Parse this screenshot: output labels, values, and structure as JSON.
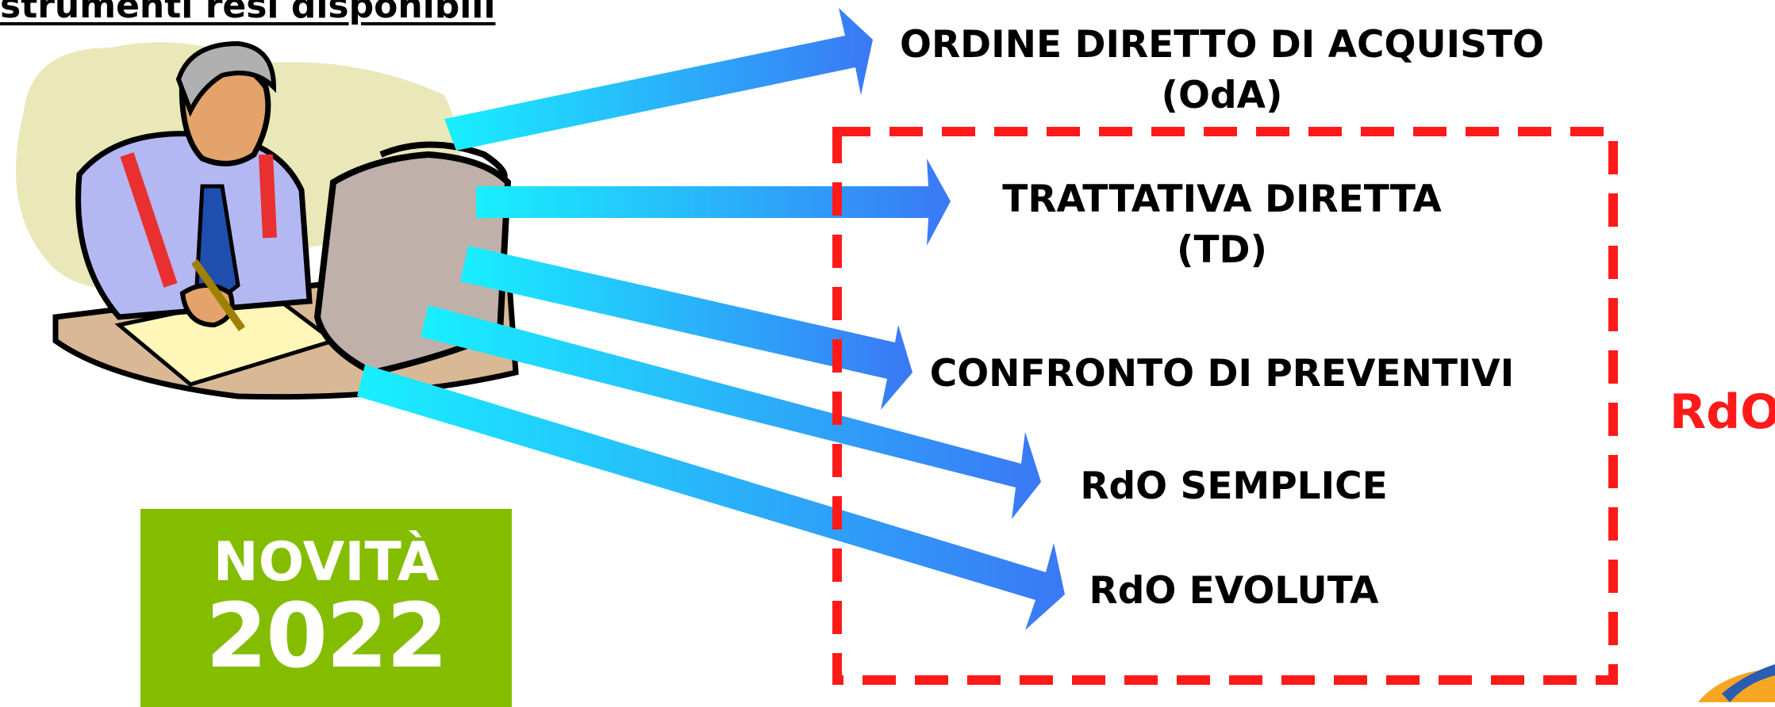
{
  "page": {
    "heading": "strumenti resi disponibili"
  },
  "tools": [
    {
      "line1": "ORDINE DIRETTO DI ACQUISTO",
      "line2": "(OdA)"
    },
    {
      "line1": "TRATTATIVA DIRETTA",
      "line2": "(TD)"
    },
    {
      "line1": "CONFRONTO DI PREVENTIVI",
      "line2": ""
    },
    {
      "line1": "RdO SEMPLICE",
      "line2": ""
    },
    {
      "line1": "RdO EVOLUTA",
      "line2": ""
    }
  ],
  "group": {
    "label": "RdO",
    "border_color": "#ff1a1a"
  },
  "badge": {
    "line1": "NOVITÀ",
    "line2": "2022",
    "color": "#84bd00"
  },
  "colors": {
    "arrow_start": "#18f0ff",
    "arrow_end": "#3a78f5"
  }
}
